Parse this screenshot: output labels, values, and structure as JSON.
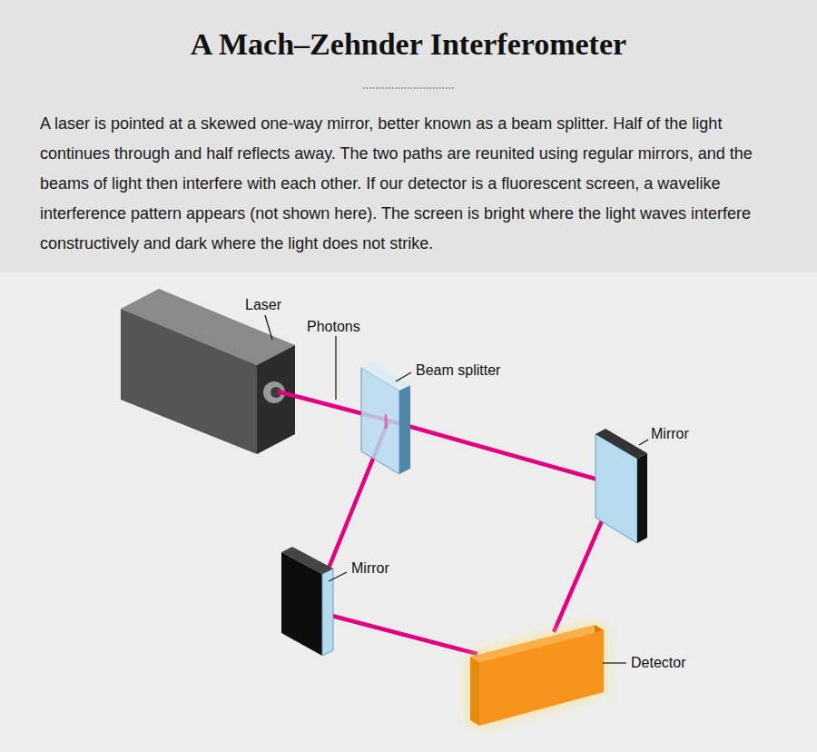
{
  "diagram": {
    "title": "A Mach–Zehnder Interferometer",
    "caption": "A laser is pointed at a skewed one-way mirror, better known as a beam splitter. Half of the light continues through and half reflects away. The two paths are reunited using regular mirrors, and the beams of light then interfere with each other. If our detector is a fluorescent screen, a wavelike interference pattern appears (not shown here). The screen is bright where the light waves interfere constructively and dark where the light does not strike.",
    "labels": [
      "Laser",
      "Photons",
      "Beam splitter",
      "Mirror",
      "Mirror",
      "Detector"
    ]
  }
}
